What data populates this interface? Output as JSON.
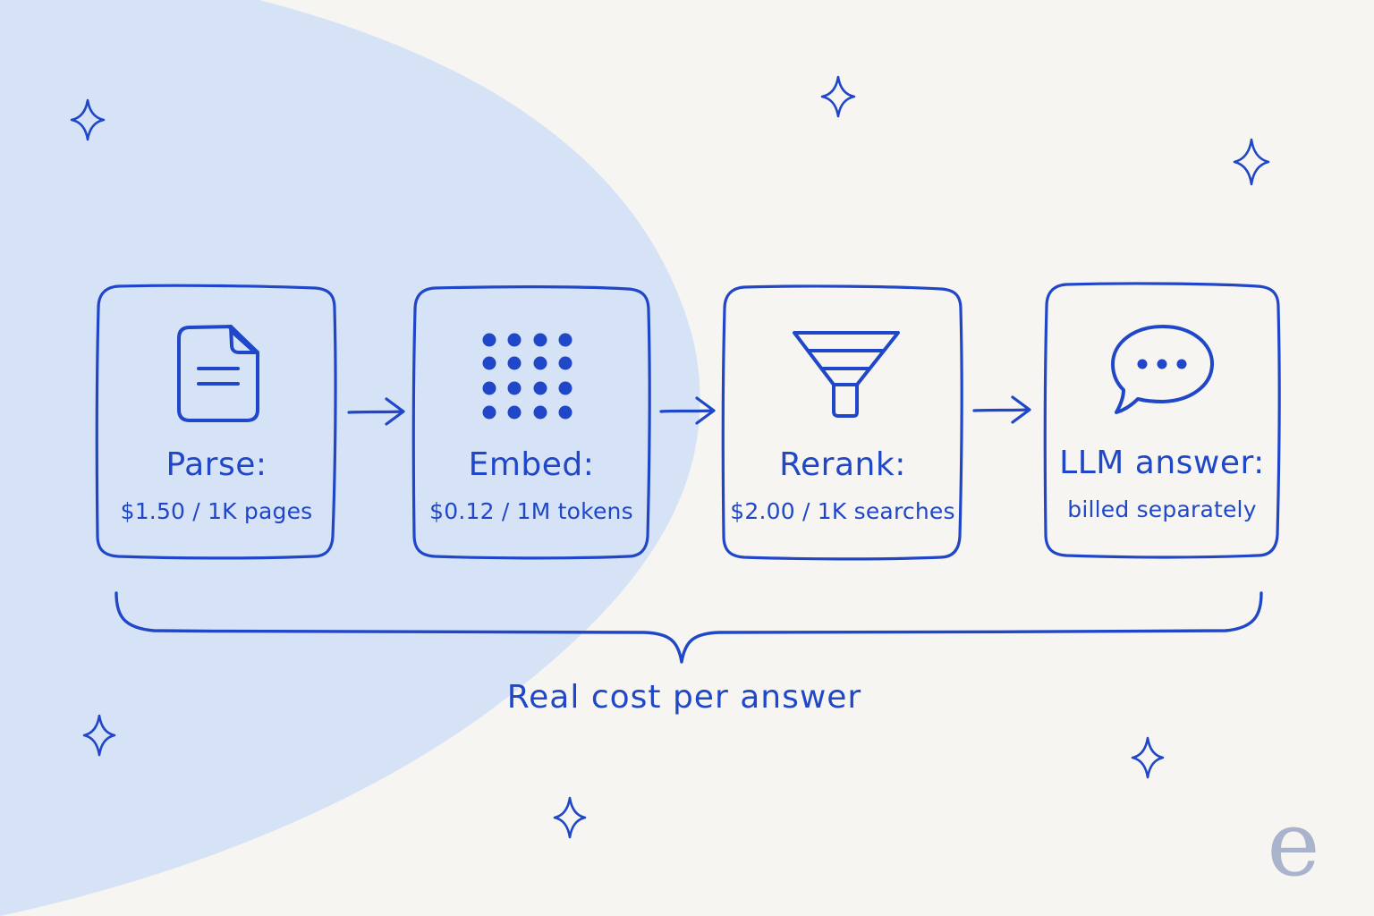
{
  "colors": {
    "background": "#f6f5f1",
    "blob": "#d6e2f5",
    "ink": "#1f47c8",
    "logo": "#a9b3cb"
  },
  "steps": [
    {
      "title": "Parse:",
      "cost": "$1.50 / 1K pages",
      "icon": "document-icon"
    },
    {
      "title": "Embed:",
      "cost": "$0.12 / 1M tokens",
      "icon": "dot-grid-icon"
    },
    {
      "title": "Rerank:",
      "cost": "$2.00 / 1K searches",
      "icon": "funnel-icon"
    },
    {
      "title": "LLM answer:",
      "cost": "billed separately",
      "icon": "chat-bubble-icon"
    }
  ],
  "caption": "Real cost per answer",
  "logo": {
    "letter": "e"
  }
}
